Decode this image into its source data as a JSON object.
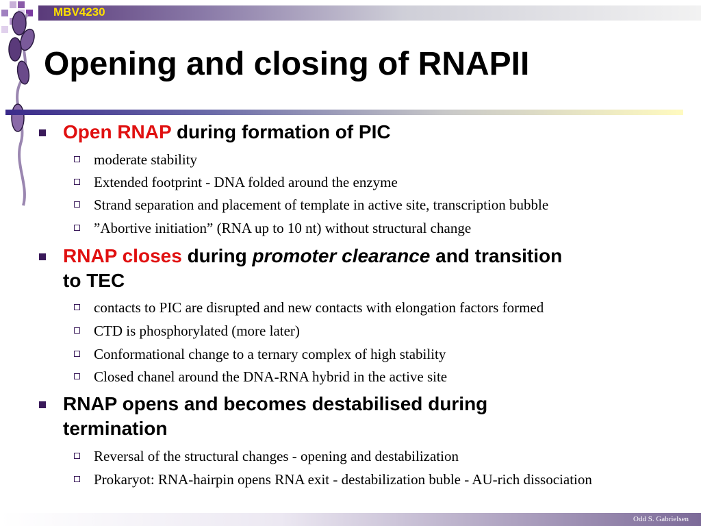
{
  "header": {
    "course_code": "MBV4230",
    "title": "Opening and closing of RNAPII"
  },
  "footer": {
    "author": "Odd S. Gabrielsen"
  },
  "colors": {
    "accent_red": "#e01010",
    "tag_yellow": "#ffe000",
    "bullet_purple": "#3a1a5a"
  },
  "bullets": [
    {
      "parts": {
        "red": "Open RNAP",
        "rest": " during formation of PIC"
      },
      "subs": [
        "moderate stability",
        "Extended footprint - DNA folded around the enzyme",
        "Strand separation and placement of template in active site, transcription bubble",
        "”Abortive initiation” (RNA up to 10 nt) without structural change"
      ]
    },
    {
      "parts": {
        "red": "RNAP closes",
        "mid": " during ",
        "italic": "promoter clearance",
        "rest": " and transition to TEC"
      },
      "subs": [
        "contacts to PIC are disrupted and new contacts with elongation factors formed",
        "CTD is phosphorylated (more later)",
        "Conformational change to a ternary complex of high stability",
        "Closed chanel around the DNA-RNA hybrid in the active site"
      ]
    },
    {
      "parts": {
        "text": "RNAP opens and becomes destabilised during termination"
      },
      "subs": [
        "Reversal of the structural changes - opening and destabilization",
        "Prokaryot: RNA-hairpin opens RNA exit - destabilization buble - AU-rich dissociation"
      ]
    }
  ]
}
